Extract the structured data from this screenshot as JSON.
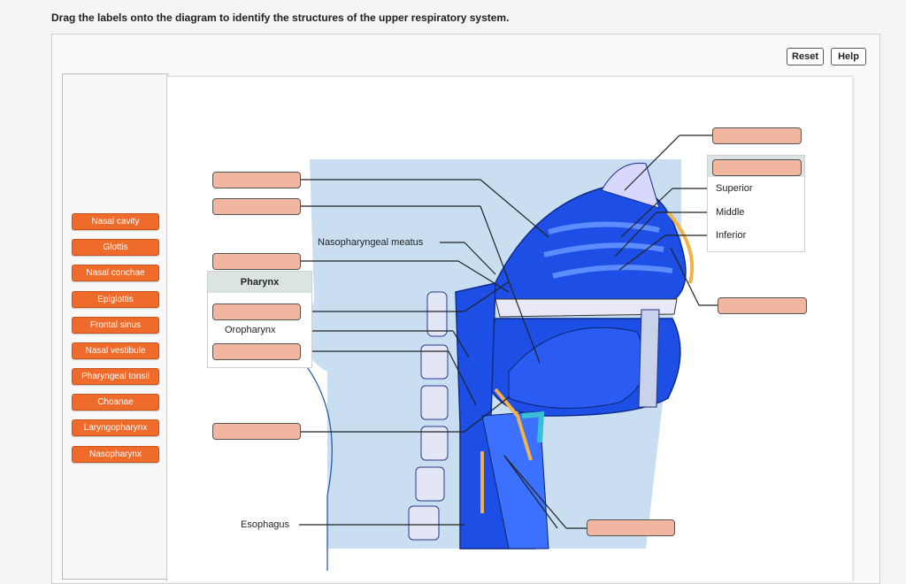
{
  "instruction": "Drag the labels onto the diagram to identify the structures of the upper respiratory system.",
  "buttons": {
    "reset": "Reset",
    "help": "Help"
  },
  "label_bank": [
    "Nasal cavity",
    "Glottis",
    "Nasal conchae",
    "Epiglottis",
    "Frontal sinus",
    "Nasal vestibule",
    "Pharyngeal tonsil",
    "Choanae",
    "Laryngopharynx",
    "Nasopharynx"
  ],
  "diagram_text": {
    "nasopharyngeal_meatus": "Nasopharyngeal meatus",
    "pharynx": "Pharynx",
    "oropharynx": "Oropharynx",
    "esophagus": "Esophagus",
    "superior": "Superior",
    "middle": "Middle",
    "inferior": "Inferior"
  },
  "colors": {
    "label_chip": "#ef6b2b",
    "drop_target": "#f0b6a0",
    "airway": "#1d4fe6",
    "background_region": "#c7ddf0"
  }
}
